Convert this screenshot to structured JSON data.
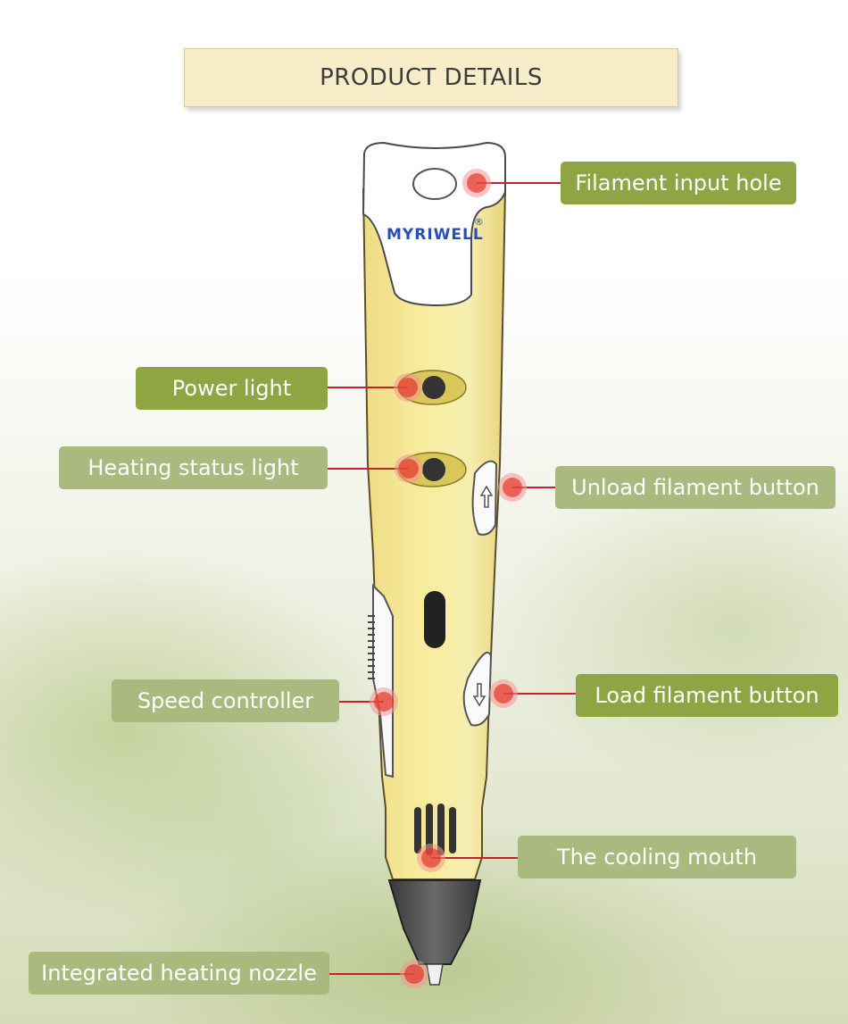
{
  "header": {
    "title": "PRODUCT DETAILS"
  },
  "brand": {
    "logo_text": "MYRIWELL",
    "registered": "®"
  },
  "callouts": {
    "filament_input_hole": "Filament input hole",
    "power_light": "Power light",
    "heating_status_light": "Heating status light",
    "unload_filament_button": "Unload filament button",
    "speed_controller": "Speed controller",
    "load_filament_button": "Load filament button",
    "cooling_mouth": "The cooling mouth",
    "heating_nozzle": "Integrated heating nozzle"
  },
  "colors": {
    "label_dark": "#8fa544",
    "label_light": "#aab97e",
    "pen_body": "#f6eb9e",
    "leader_line": "#c8202a"
  }
}
